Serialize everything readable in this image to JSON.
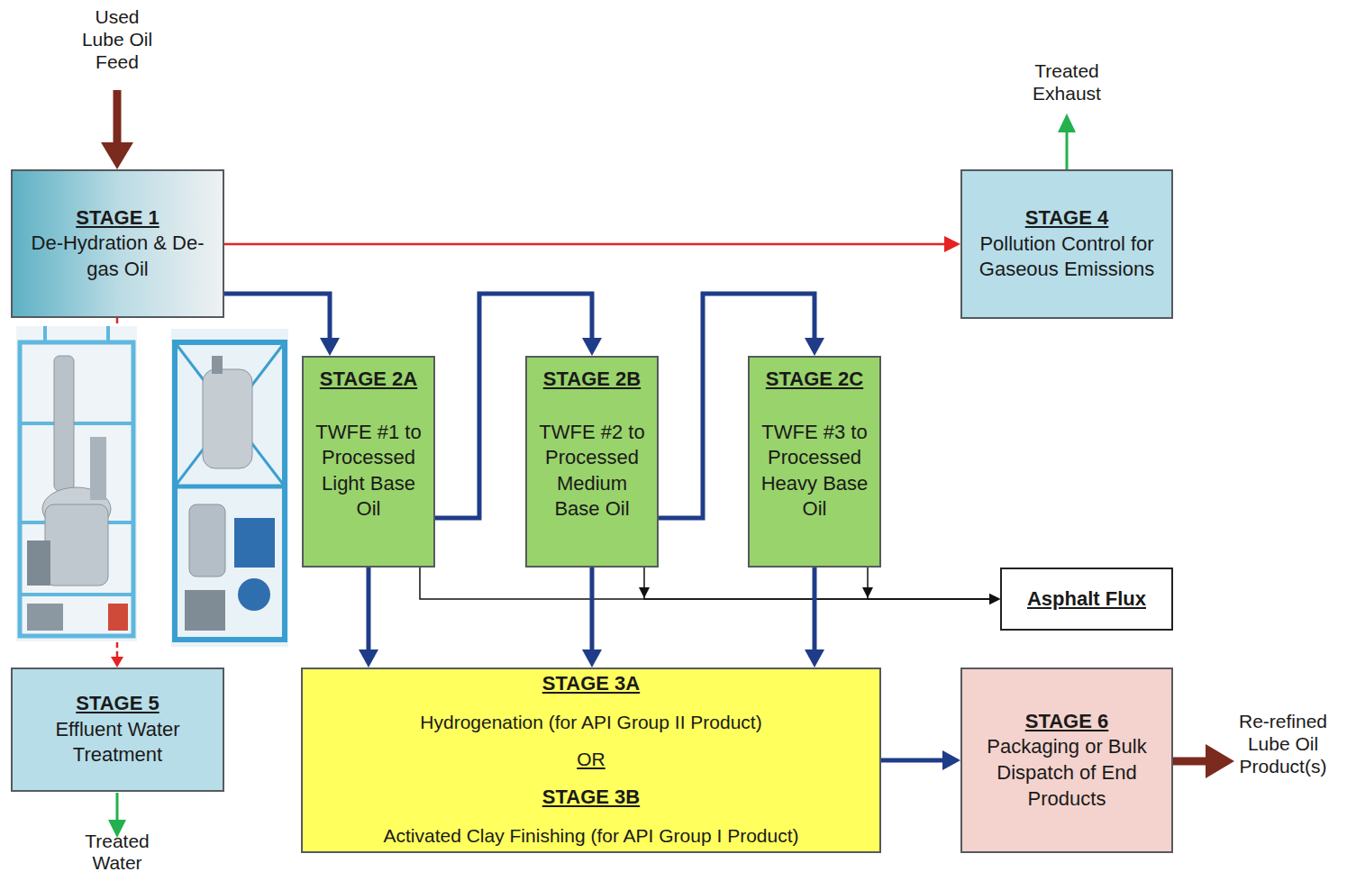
{
  "diagram": {
    "nodes": [
      {
        "text": [
          "STAGE 1",
          "De-Hydration & De-gas Oil"
        ]
      },
      {
        "text": [
          "STAGE 4",
          "Pollution Control for Gaseous Emissions"
        ]
      },
      {
        "text": [
          "STAGE 2A",
          "TWFE #1 to Processed Light Base Oil"
        ]
      },
      {
        "text": [
          "STAGE 2B",
          "TWFE #2 to Processed Medium Base Oil"
        ]
      },
      {
        "text": [
          "STAGE 2C",
          "TWFE #3 to Processed Heavy Base Oil"
        ]
      },
      {
        "text": [
          "Asphalt Flux"
        ]
      },
      {
        "text": [
          "STAGE 5",
          "Effluent Water Treatment"
        ]
      },
      {
        "text": [
          "STAGE 3A",
          "Hydrogenation (for API Group II Product)",
          "OR",
          "STAGE 3B",
          "Activated Clay Finishing (for API Group I Product)"
        ]
      },
      {
        "text": [
          "STAGE 6",
          "Packaging or Bulk Dispatch of End Products"
        ]
      }
    ],
    "edges": [
      {
        "from": 0,
        "to": 1,
        "arrow": "to"
      },
      {
        "from": 0,
        "to": 2,
        "arrow": "to"
      },
      {
        "from": 2,
        "to": 3,
        "arrow": "to"
      },
      {
        "from": 3,
        "to": 4,
        "arrow": "to"
      },
      {
        "from": 2,
        "to": 5,
        "arrow": "to"
      },
      {
        "from": 3,
        "to": 5,
        "arrow": "to"
      },
      {
        "from": 4,
        "to": 5,
        "arrow": "to"
      },
      {
        "from": 2,
        "to": 7,
        "arrow": "to"
      },
      {
        "from": 3,
        "to": 7,
        "arrow": "to"
      },
      {
        "from": 4,
        "to": 7,
        "arrow": "to"
      },
      {
        "from": 7,
        "to": 8,
        "arrow": "to"
      },
      {
        "from": 0,
        "to": 6,
        "arrow": "to"
      }
    ],
    "labels": [
      "Used Lube Oil Feed",
      "Treated Exhaust",
      "Treated Water",
      "Re-refined Lube Oil Product(s)"
    ]
  }
}
